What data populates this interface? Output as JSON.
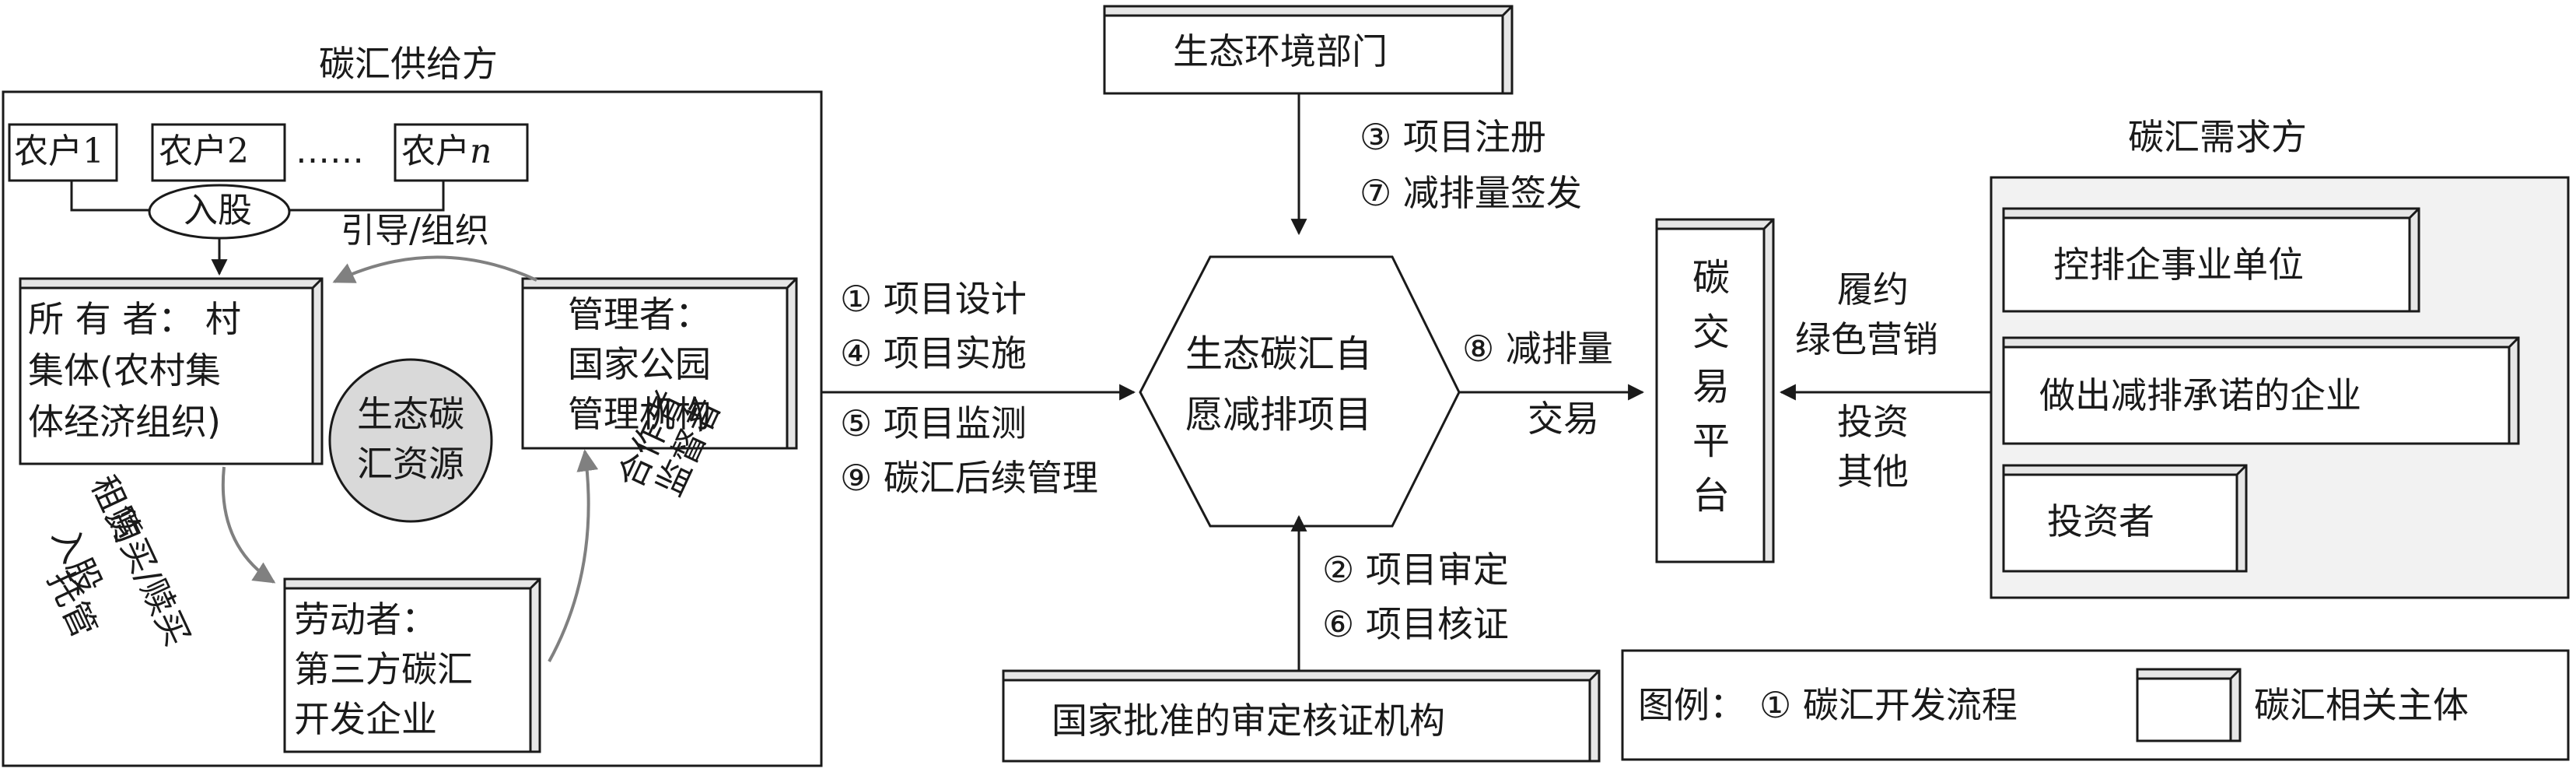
{
  "supply": {
    "title": "碳汇供给方",
    "farmers": [
      "农户1",
      "农户2",
      "农户"
    ],
    "farmer_n_suffix": "n",
    "ellipsis": "……",
    "shareholding": "入股",
    "guide": "引导/组织",
    "owner": [
      "所 有 者： 村",
      "集体(农村集",
      "体经济组织)"
    ],
    "manager": [
      "管理者：",
      "国家公园",
      "管理机构"
    ],
    "resource": [
      "生态碳",
      "汇资源"
    ],
    "laborer": [
      "劳动者：",
      "第三方碳汇",
      "开发企业"
    ],
    "rent_words": [
      "租赁",
      "购买/赎买",
      "入股",
      "托管"
    ],
    "coop_words": [
      "合作者",
      "监督者"
    ]
  },
  "eco_dept": "生态环境部门",
  "steps_top": [
    "③ 项目注册",
    "⑦ 减排量签发"
  ],
  "steps_left": [
    "① 项目设计",
    "④ 项目实施",
    "⑤ 项目监测",
    "⑨ 碳汇后续管理"
  ],
  "center": [
    "生态碳汇自",
    "愿减排项目"
  ],
  "steps_bottom": [
    "② 项目审定",
    "⑥ 项目核证"
  ],
  "verifier": "国家批准的审定核证机构",
  "trade": [
    "⑧ 减排量",
    "交易"
  ],
  "platform": [
    "碳",
    "交",
    "易",
    "平",
    "台"
  ],
  "demand_actions": [
    "履约",
    "绿色营销",
    "投资",
    "其他"
  ],
  "demand": {
    "title": "碳汇需求方",
    "items": [
      "控排企事业单位",
      "做出减排承诺的企业",
      "投资者"
    ]
  },
  "legend": {
    "prefix": "图例：",
    "process": "① 碳汇开发流程",
    "entity": "碳汇相关主体"
  }
}
